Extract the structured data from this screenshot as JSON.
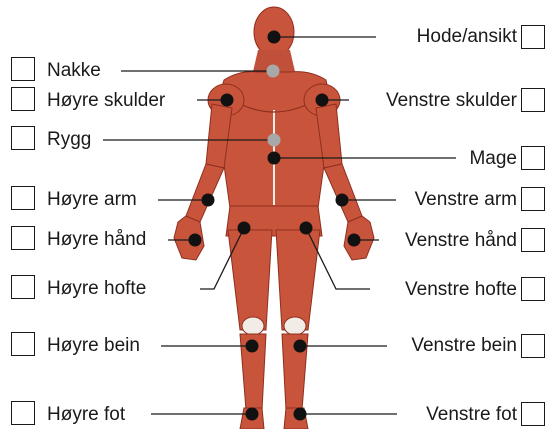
{
  "title": "",
  "colors": {
    "muscle": "#c8553b",
    "muscle_dark": "#8f2e1f",
    "tendon": "#f1ece6",
    "marker": "#111111",
    "marker_alt": "#a8a8a8"
  },
  "left_labels": [
    {
      "id": "nakke",
      "text": "Nakke",
      "marker": "gray"
    },
    {
      "id": "hoyre-skulder",
      "text": "Høyre skulder",
      "marker": "black"
    },
    {
      "id": "rygg",
      "text": "Rygg",
      "marker": "gray"
    },
    {
      "id": "hoyre-arm",
      "text": "Høyre arm",
      "marker": "black"
    },
    {
      "id": "hoyre-hand",
      "text": "Høyre hånd",
      "marker": "black"
    },
    {
      "id": "hoyre-hofte",
      "text": "Høyre hofte",
      "marker": "black"
    },
    {
      "id": "hoyre-bein",
      "text": "Høyre bein",
      "marker": "black"
    },
    {
      "id": "hoyre-fot",
      "text": "Høyre fot",
      "marker": "black"
    }
  ],
  "right_labels": [
    {
      "id": "hode-ansikt",
      "text": "Hode/ansikt",
      "marker": "black"
    },
    {
      "id": "venstre-skulder",
      "text": "Venstre skulder",
      "marker": "black"
    },
    {
      "id": "mage",
      "text": "Mage",
      "marker": "black"
    },
    {
      "id": "venstre-arm",
      "text": "Venstre arm",
      "marker": "black"
    },
    {
      "id": "venstre-hand",
      "text": "Venstre hånd",
      "marker": "black"
    },
    {
      "id": "venstre-hofte",
      "text": "Venstre hofte",
      "marker": "black"
    },
    {
      "id": "venstre-bein",
      "text": "Venstre bein",
      "marker": "black"
    },
    {
      "id": "venstre-fot",
      "text": "Venstre fot",
      "marker": "black"
    }
  ]
}
